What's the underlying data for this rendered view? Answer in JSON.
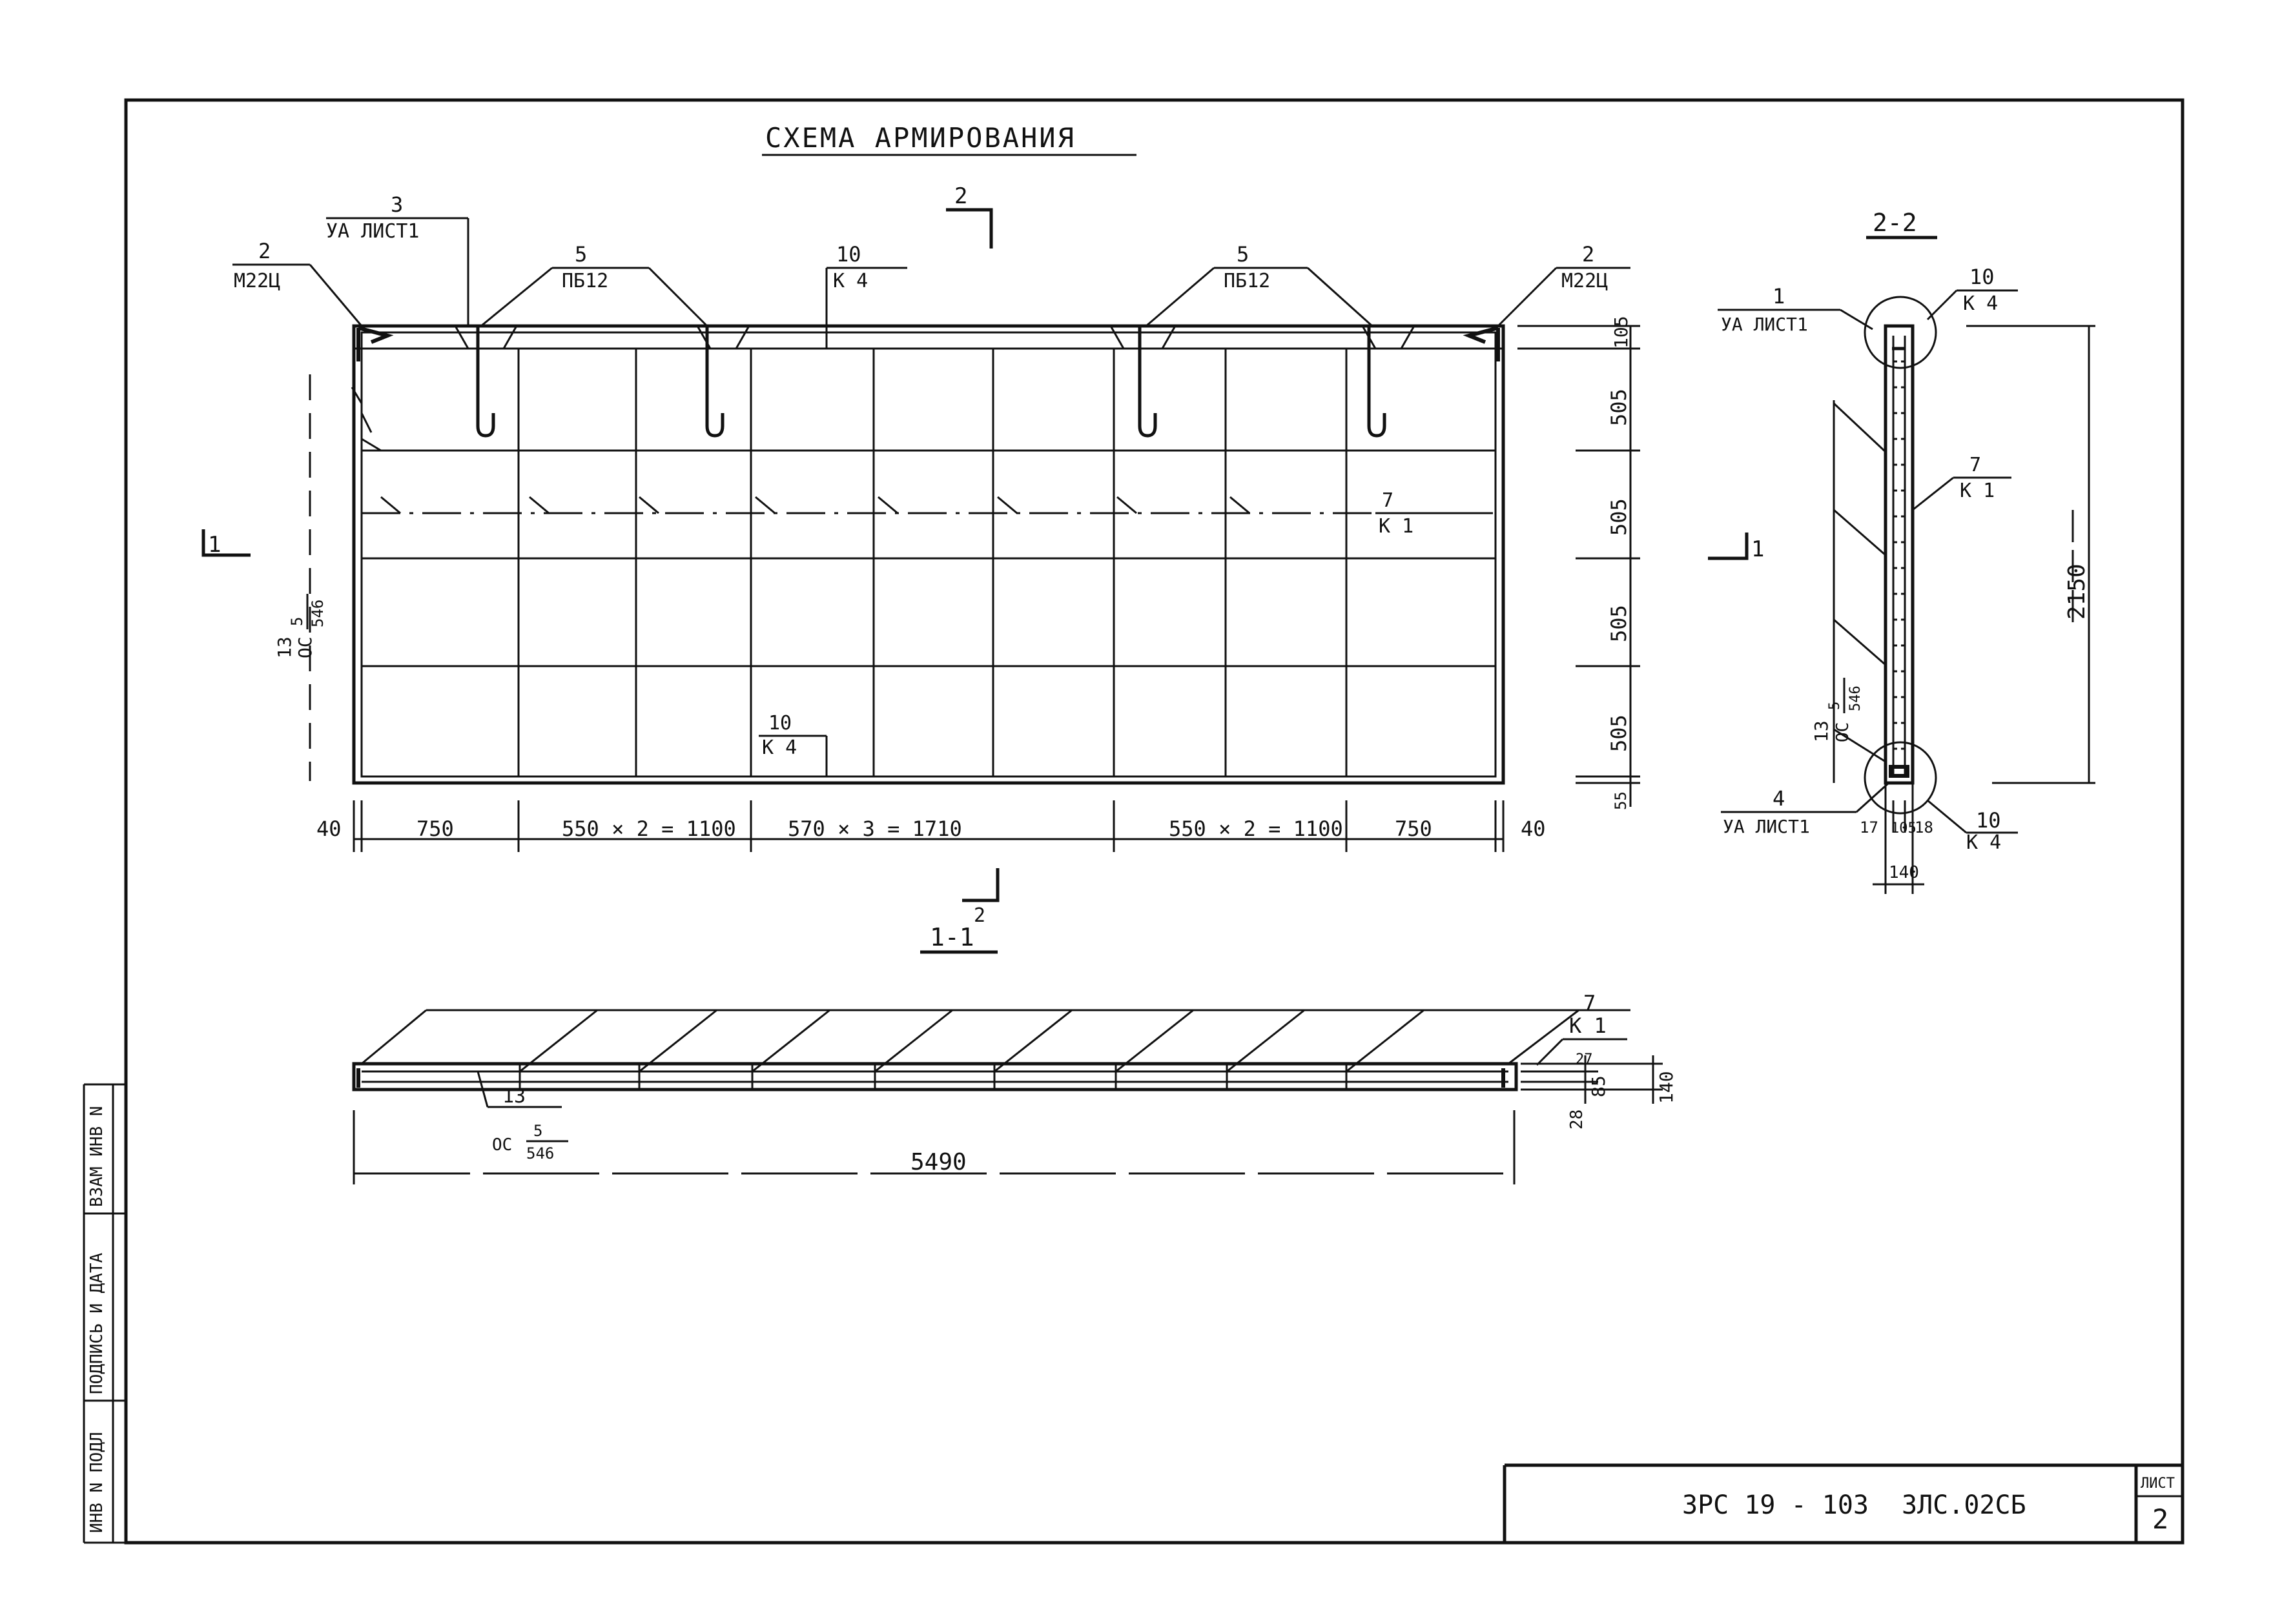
{
  "title": "СХЕМА АРМИРОВАНИЯ",
  "main_view": {
    "section_mark_top": "2",
    "section_mark_bottom": "2",
    "section_mark_left": "1",
    "callouts": {
      "c3": {
        "num": "3",
        "code": "УА ЛИСТ1"
      },
      "c2_left": {
        "num": "2",
        "code": "М22Ц"
      },
      "c5_left": {
        "num": "5",
        "code": "ПБ12"
      },
      "c10_top": {
        "num": "10",
        "code": "К 4"
      },
      "c5_right": {
        "num": "5",
        "code": "ПБ12"
      },
      "c2_right": {
        "num": "2",
        "code": "М22Ц"
      },
      "c7": {
        "num": "7",
        "code": "К 1"
      },
      "c10_bottom": {
        "num": "10",
        "code": "К 4"
      },
      "c13": {
        "num": "13",
        "code": "ОС",
        "frac_num": "5",
        "frac_den": "546"
      }
    },
    "dim_bottom": [
      "40",
      "750",
      "550 × 2 = 1100",
      "570 × 3 = 1710",
      "550 × 2 = 1100",
      "750",
      "40"
    ],
    "dim_right": [
      "105",
      "505",
      "505",
      "505",
      "505",
      "55"
    ]
  },
  "section_11": {
    "label": "1-1",
    "callout7": {
      "num": "7",
      "code": "К 1"
    },
    "callout13": {
      "num": "13",
      "code": "ОС",
      "frac_num": "5",
      "frac_den": "546"
    },
    "dims_right": [
      "27",
      "85",
      "28",
      "140"
    ],
    "dim_length": "5490"
  },
  "section_22": {
    "label": "2-2",
    "section_mark": "1",
    "callout1": {
      "num": "1",
      "code": "УА ЛИСТ1"
    },
    "callout10_top": {
      "num": "10",
      "code": "К 4"
    },
    "callout7": {
      "num": "7",
      "code": "К 1"
    },
    "callout13": {
      "num": "13",
      "code": "ОС",
      "frac_num": "5",
      "frac_den": "546"
    },
    "callout4": {
      "num": "4",
      "code": "УА ЛИСТ1"
    },
    "callout10_bottom": {
      "num": "10",
      "code": "К 4"
    },
    "dim_height": "2150",
    "dims_bottom": [
      "17",
      "105",
      "18"
    ],
    "dim_width": "140"
  },
  "side_stamp": [
    "ИНВ N ПОДЛ",
    "ПОДПИСЬ И ДАТА",
    "ВЗАМ ИНВ N"
  ],
  "title_block": {
    "code_left": "3РС 19 - 103",
    "code_right": "3ЛС.02СБ",
    "sheet_label": "ЛИСТ",
    "sheet_number": "2"
  }
}
